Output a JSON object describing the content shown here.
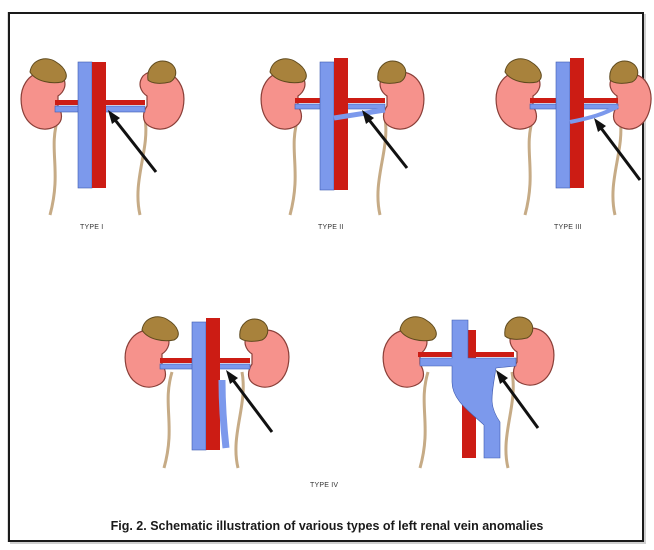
{
  "figure": {
    "caption": "Fig. 2. Schematic illustration of various types of left renal vein anomalies",
    "panels": [
      {
        "id": "type-1",
        "label": "TYPE I"
      },
      {
        "id": "type-2",
        "label": "TYPE II"
      },
      {
        "id": "type-3",
        "label": "TYPE III"
      },
      {
        "id": "type-4",
        "label": "TYPE IV"
      },
      {
        "id": "type-5",
        "label": ""
      }
    ]
  },
  "colors": {
    "kidney": "#f6928c",
    "adrenal": "#a8823c",
    "vena_cava": "#7c99ec",
    "aorta": "#cc1c14",
    "ureter": "#c6ab86",
    "arrow": "#111111"
  }
}
